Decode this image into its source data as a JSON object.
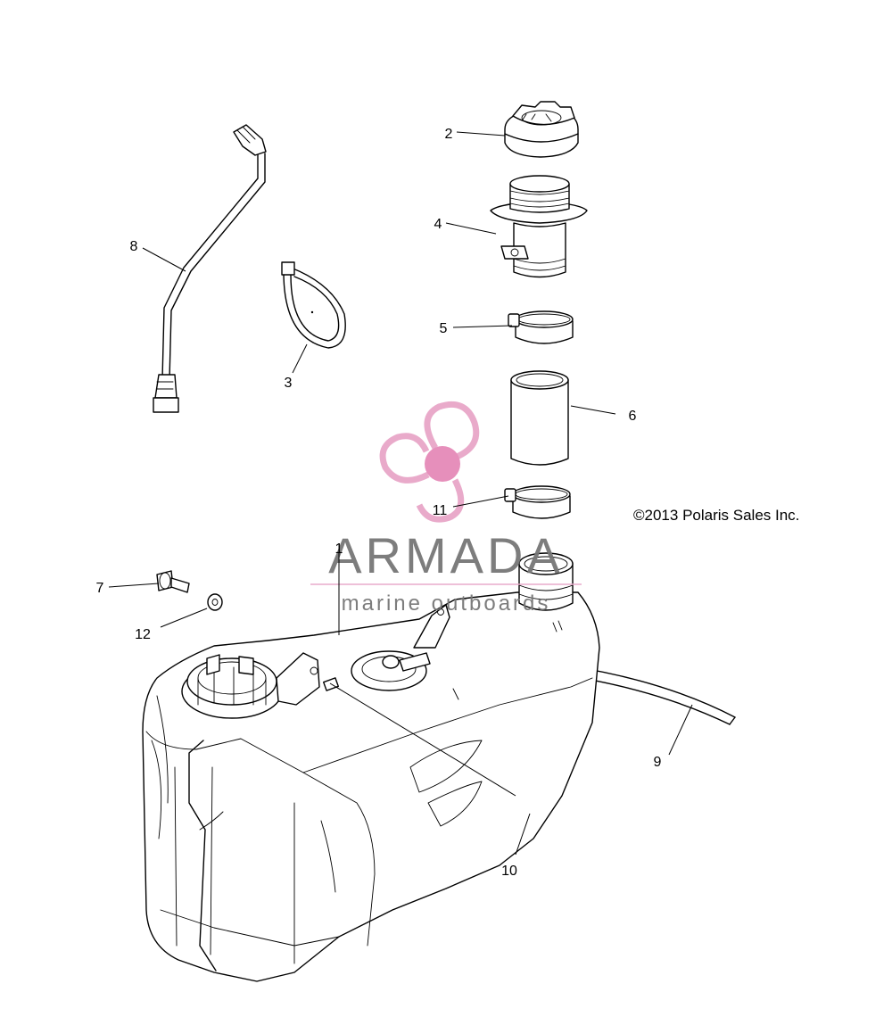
{
  "copyright": "©2013 Polaris Sales Inc.",
  "watermark": {
    "brand": "ARMADA",
    "tagline": "marine outboards",
    "brand_color": "#777777",
    "logo_color": "#e8a6c8",
    "logo_center_color": "#e58ab8"
  },
  "callouts": [
    {
      "id": "1",
      "label": "1"
    },
    {
      "id": "2",
      "label": "2"
    },
    {
      "id": "3",
      "label": "3"
    },
    {
      "id": "4",
      "label": "4"
    },
    {
      "id": "5",
      "label": "5"
    },
    {
      "id": "6",
      "label": "6"
    },
    {
      "id": "7",
      "label": "7"
    },
    {
      "id": "8",
      "label": "8"
    },
    {
      "id": "9",
      "label": "9"
    },
    {
      "id": "10",
      "label": "10"
    },
    {
      "id": "11",
      "label": "11"
    },
    {
      "id": "12",
      "label": "12"
    }
  ]
}
